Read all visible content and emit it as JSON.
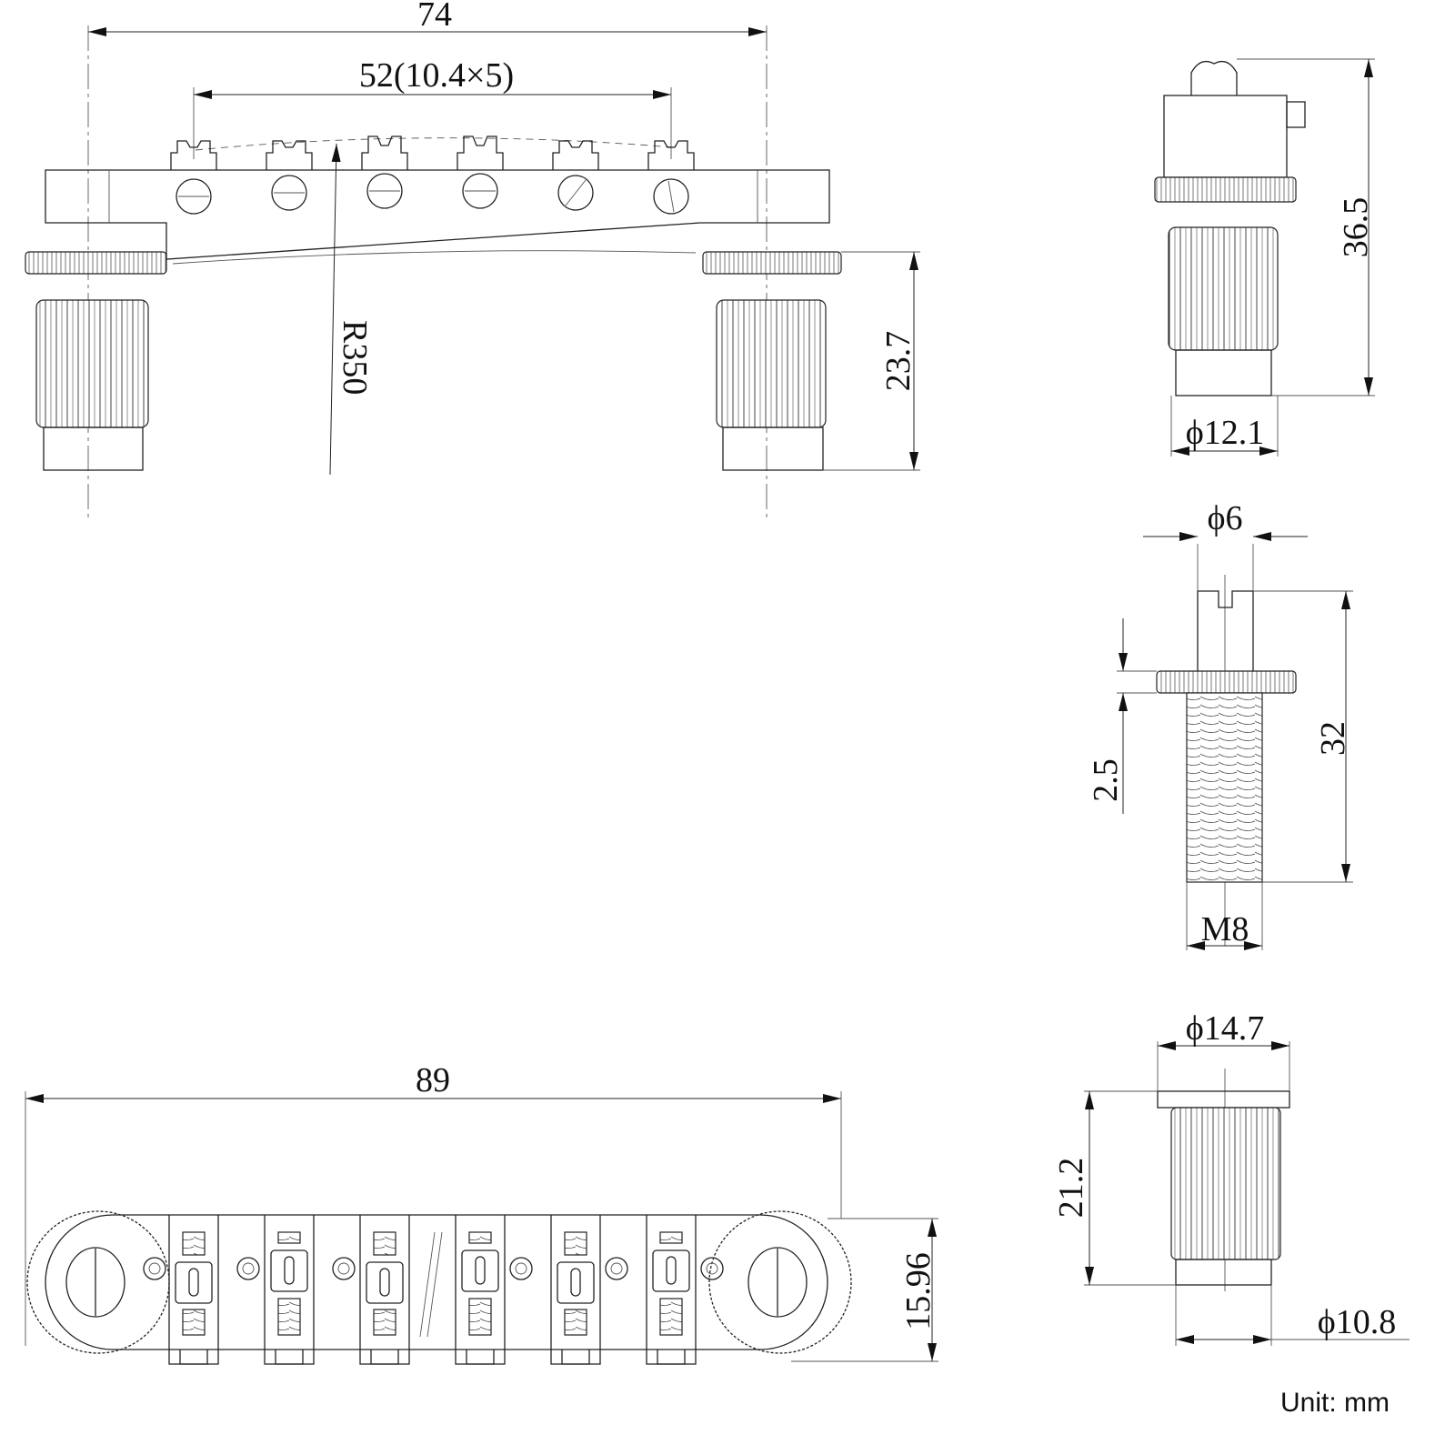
{
  "title": "Tune-o-matic bridge technical drawing",
  "front_view": {
    "overall_width": "74",
    "string_spacing": "52(10.4×5)",
    "radius": "R350",
    "height": "23.7"
  },
  "side_view": {
    "height": "36.5",
    "diameter": "ϕ12.1"
  },
  "post_screw": {
    "diameter": "ϕ6",
    "thumbwheel_thickness": "2.5",
    "length": "32",
    "thread": "M8"
  },
  "anchor": {
    "flange_diameter": "ϕ14.7",
    "height": "21.2",
    "base_diameter": "ϕ10.8"
  },
  "bottom_view": {
    "overall_length": "89",
    "width": "15.96"
  },
  "unit_label": "Unit: mm",
  "colors": {
    "line": "#222222",
    "background": "#ffffff"
  }
}
